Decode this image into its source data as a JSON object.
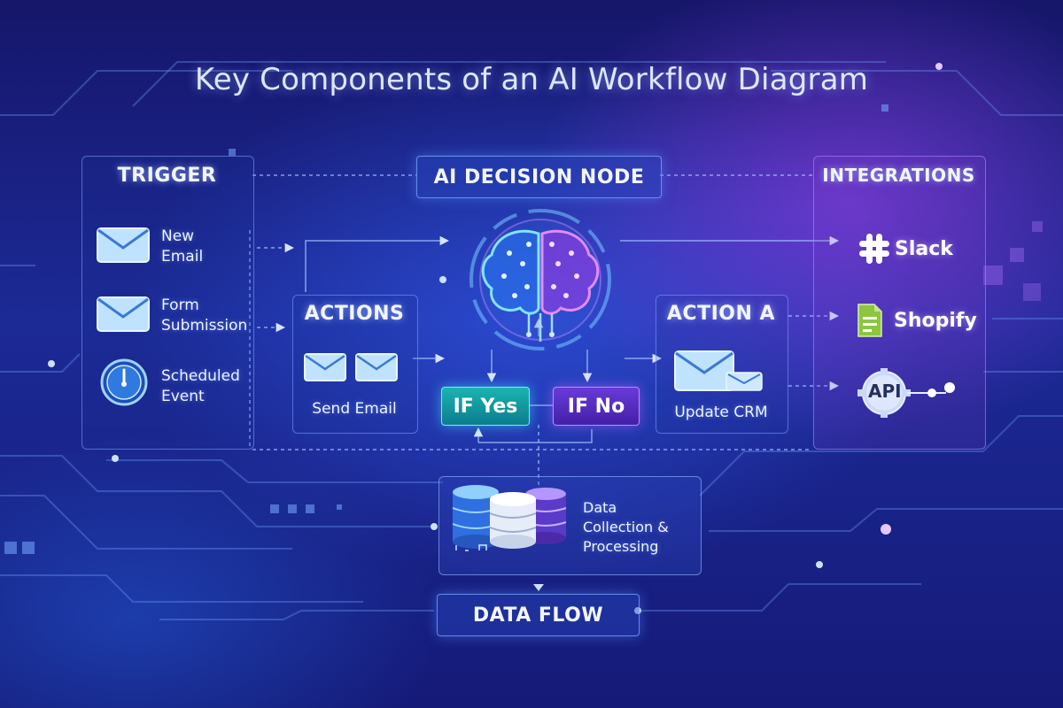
{
  "title": "Key Components of an AI Workflow Diagram",
  "trigger": {
    "header": "TRIGGER",
    "items": [
      {
        "label": "New\nEmail",
        "icon": "envelope-icon"
      },
      {
        "label": "Form\nSubmission",
        "icon": "envelope-icon"
      },
      {
        "label": "Scheduled\nEvent",
        "icon": "clock-icon"
      }
    ]
  },
  "ai_node": {
    "header": "AI DECISION NODE",
    "icon": "brain-icon"
  },
  "actions": {
    "header": "ACTIONS",
    "label": "Send Email",
    "icon": "envelope-icon"
  },
  "decision": {
    "yes": "IF Yes",
    "no": "IF No"
  },
  "action_a": {
    "header": "ACTION A",
    "label": "Update CRM",
    "icon": "envelope-check-icon"
  },
  "integrations": {
    "header": "INTEGRATIONS",
    "items": [
      {
        "label": "Slack",
        "icon": "slack-icon"
      },
      {
        "label": "Shopify",
        "icon": "shopify-icon"
      },
      {
        "label": "API",
        "icon": "api-gear-icon"
      }
    ]
  },
  "data": {
    "label": "Data\nCollection &\nProcessing",
    "icon": "database-icon",
    "flow_label": "DATA FLOW"
  },
  "colors": {
    "accent_cyan": "#5fe6ff",
    "accent_purple": "#b070ff",
    "yes_fill": "#13a0a6",
    "no_fill": "#5a2ec8"
  }
}
